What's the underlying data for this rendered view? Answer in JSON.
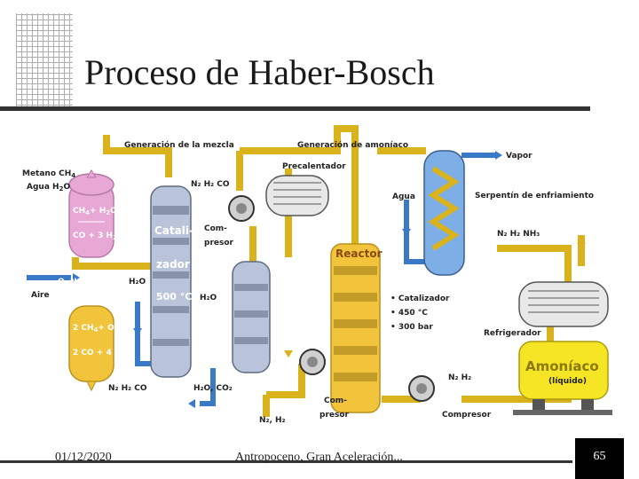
{
  "slide": {
    "title": "Proceso de Haber-Bosch",
    "footer_date": "01/12/2020",
    "footer_center": "Antropoceno, Gran Aceleración...",
    "page_number": "65"
  },
  "diagram": {
    "header_mixture": "Generación de la mezcla",
    "header_ammonia": "Generación de amoníaco",
    "feed_methane": "Metano CH",
    "feed_methane_sub": "4",
    "feed_water": "Agua  H",
    "feed_water_sub": "2",
    "feed_water_end": "O",
    "reaction1_top": "CH",
    "reaction1_top_sub": "4",
    "reaction1_top_end": "+ H",
    "reaction1_top_sub2": "2",
    "reaction1_top_end2": "O",
    "reaction1_bottom": "CO + 3 H",
    "reaction1_bottom_sub": "2",
    "air_stream": "O, N",
    "air_stream_sub": "2",
    "air_label": "Aire",
    "reaction2_top": "2 CH",
    "reaction2_top_sub": "4",
    "reaction2_top_end": "+ O",
    "reaction2_top_sub2": "2",
    "reaction2_bottom": "2 CO + 4 H",
    "reaction2_bottom_sub": "2",
    "stream_n2h2co": "N₂ H₂ CO",
    "stream_bottom_left": "N₂ H₂ CO",
    "catalyst_1": "Catali-",
    "catalyst_2": "zador",
    "catalyst_temp": "500 °C",
    "h2o_1": "H₂O",
    "h2o_2": "H₂O",
    "compressor_1": "Com-",
    "compressor_1b": "presor",
    "stream_h2o_co2": "H₂O, CO₂",
    "stream_n2h2_bottom": "N₂, H₂",
    "compressor_2": "Com-",
    "compressor_2b": "presor",
    "preheater": "Precalentador",
    "water": "Agua",
    "steam": "Vapor",
    "cooling_coil": "Serpentín de enfriamiento",
    "reactor": "Reactor",
    "reactor_cond_1": "Catalizador",
    "reactor_cond_2": "450 °C",
    "reactor_cond_3": "300 bar",
    "stream_n2h2nh3": "N₂ H₂ NH₃",
    "refrigerator": "Refrigerador",
    "stream_n2h2_right": "N₂ H₂",
    "compressor_3": "Compresor",
    "ammonia_tank": "Amoníaco",
    "ammonia_liquid": "(líquido)"
  },
  "colors": {
    "pipe_yellow": "#d9b21c",
    "pipe_blue": "#3a78c8",
    "pink_vessel": "#e7a8d6",
    "yellow_vessel": "#f2c43c",
    "gray_vessel": "#b9c3d9",
    "blue_coil": "#7eaee6",
    "tank": "#f5e524"
  }
}
